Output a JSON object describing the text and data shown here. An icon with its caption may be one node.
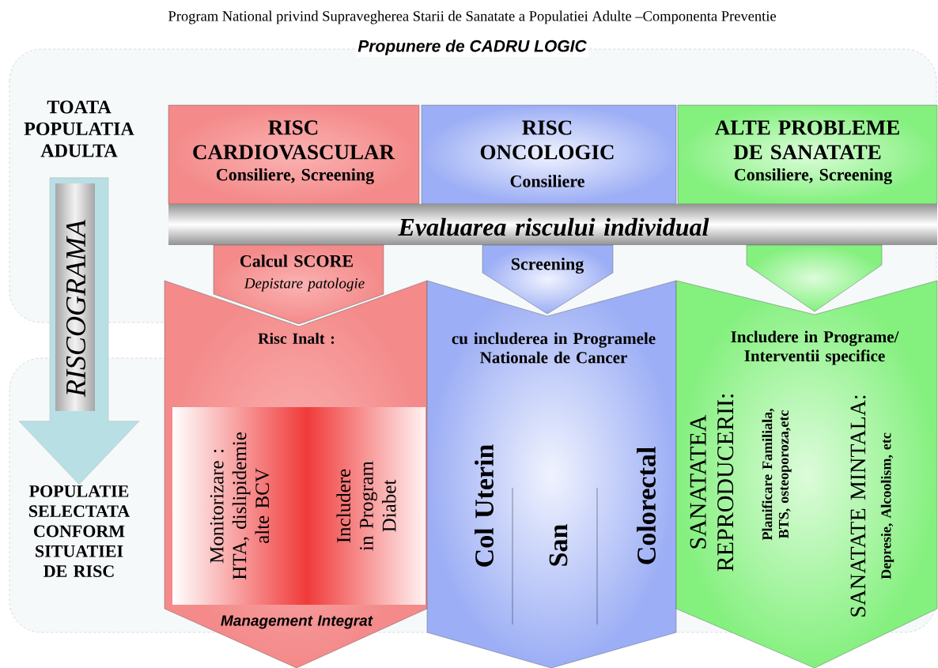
{
  "diagram": {
    "title": "Program National privind Supravegherea Starii de Sanatate a Populatiei Adulte –Componenta Preventie",
    "nodes": [
      {
        "text": [
          "TOATA POPULATIA ADULTA"
        ]
      },
      {
        "text": [
          "POPULATIE SELECTATA CONFORM SITUATIEI DE RISC"
        ]
      },
      {
        "text": [
          "RISC CARDIOVASCULAR",
          "Consiliere, Screening"
        ]
      },
      {
        "text": [
          "RISC ONCOLOGIC",
          "Consiliere"
        ]
      },
      {
        "text": [
          "ALTE PROBLEME DE SANATATE",
          "Consiliere, Screening"
        ]
      },
      {
        "text": [
          "Evaluarea riscului individual"
        ]
      },
      {
        "text": [
          "Calcul SCORE",
          "Depistare patologie"
        ]
      },
      {
        "text": [
          "Screening"
        ]
      },
      {
        "text": [],
        "shape": "chevron"
      },
      {
        "text": [
          "Risc Inalt :",
          "Management Integrat"
        ]
      },
      {
        "text": [
          "Monitorizare : HTA, dislipidemie alte BCV"
        ],
        "in": 9
      },
      {
        "text": [
          "Includere in Program Diabet"
        ],
        "in": 9
      },
      {
        "text": [
          "cu includerea in Programele Nationale de Cancer",
          "Col Uterin",
          "San",
          "Colorectal"
        ]
      },
      {
        "text": [
          "Includere in Programe/ Interventii specifice",
          "SANATATEA REPRODUCERII:",
          "Planificare Familiala, BTS, osteoporoza,etc",
          "SANATATE MINTALA:",
          "Depresie, Alcoolism, etc"
        ]
      }
    ],
    "edges": [
      {
        "from": 0,
        "to": 1,
        "arrow": "to",
        "label": "RISCOGRAMA"
      }
    ],
    "labels": [
      "Propunere de CADRU LOGIC"
    ]
  }
}
